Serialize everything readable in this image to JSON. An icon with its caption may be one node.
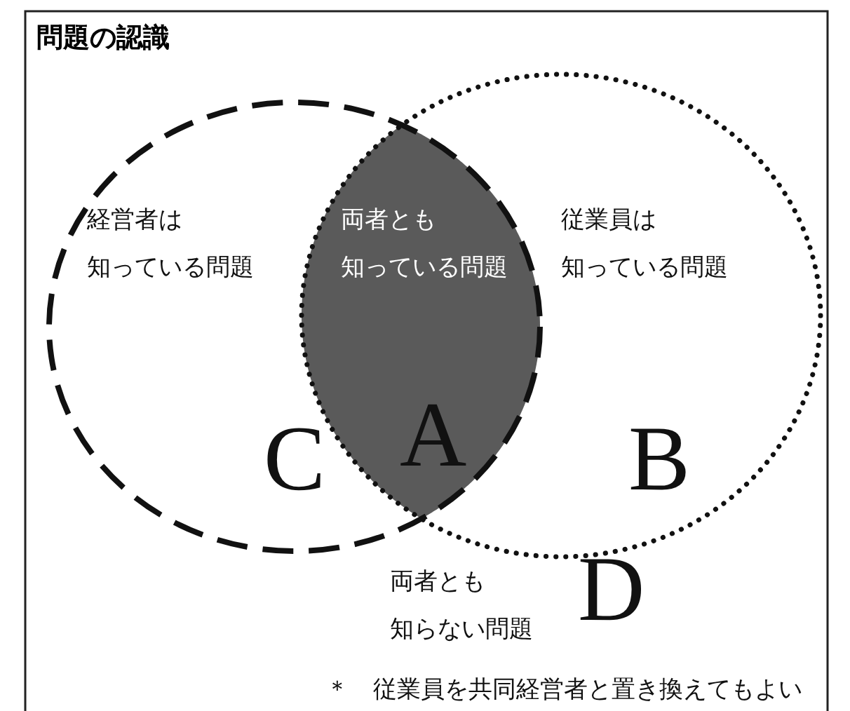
{
  "diagram": {
    "title": "問題の認識",
    "nodes": [
      {
        "text": [
          "経営者は知っている問題",
          "C"
        ]
      },
      {
        "text": [
          "従業員は知っている問題",
          "B"
        ]
      },
      {
        "text": [
          "両者とも知っている問題",
          "A"
        ]
      }
    ],
    "labels": [
      "両者とも知らない問題",
      "D",
      "＊　従業員を共同経営者と置き換えてもよい"
    ]
  }
}
